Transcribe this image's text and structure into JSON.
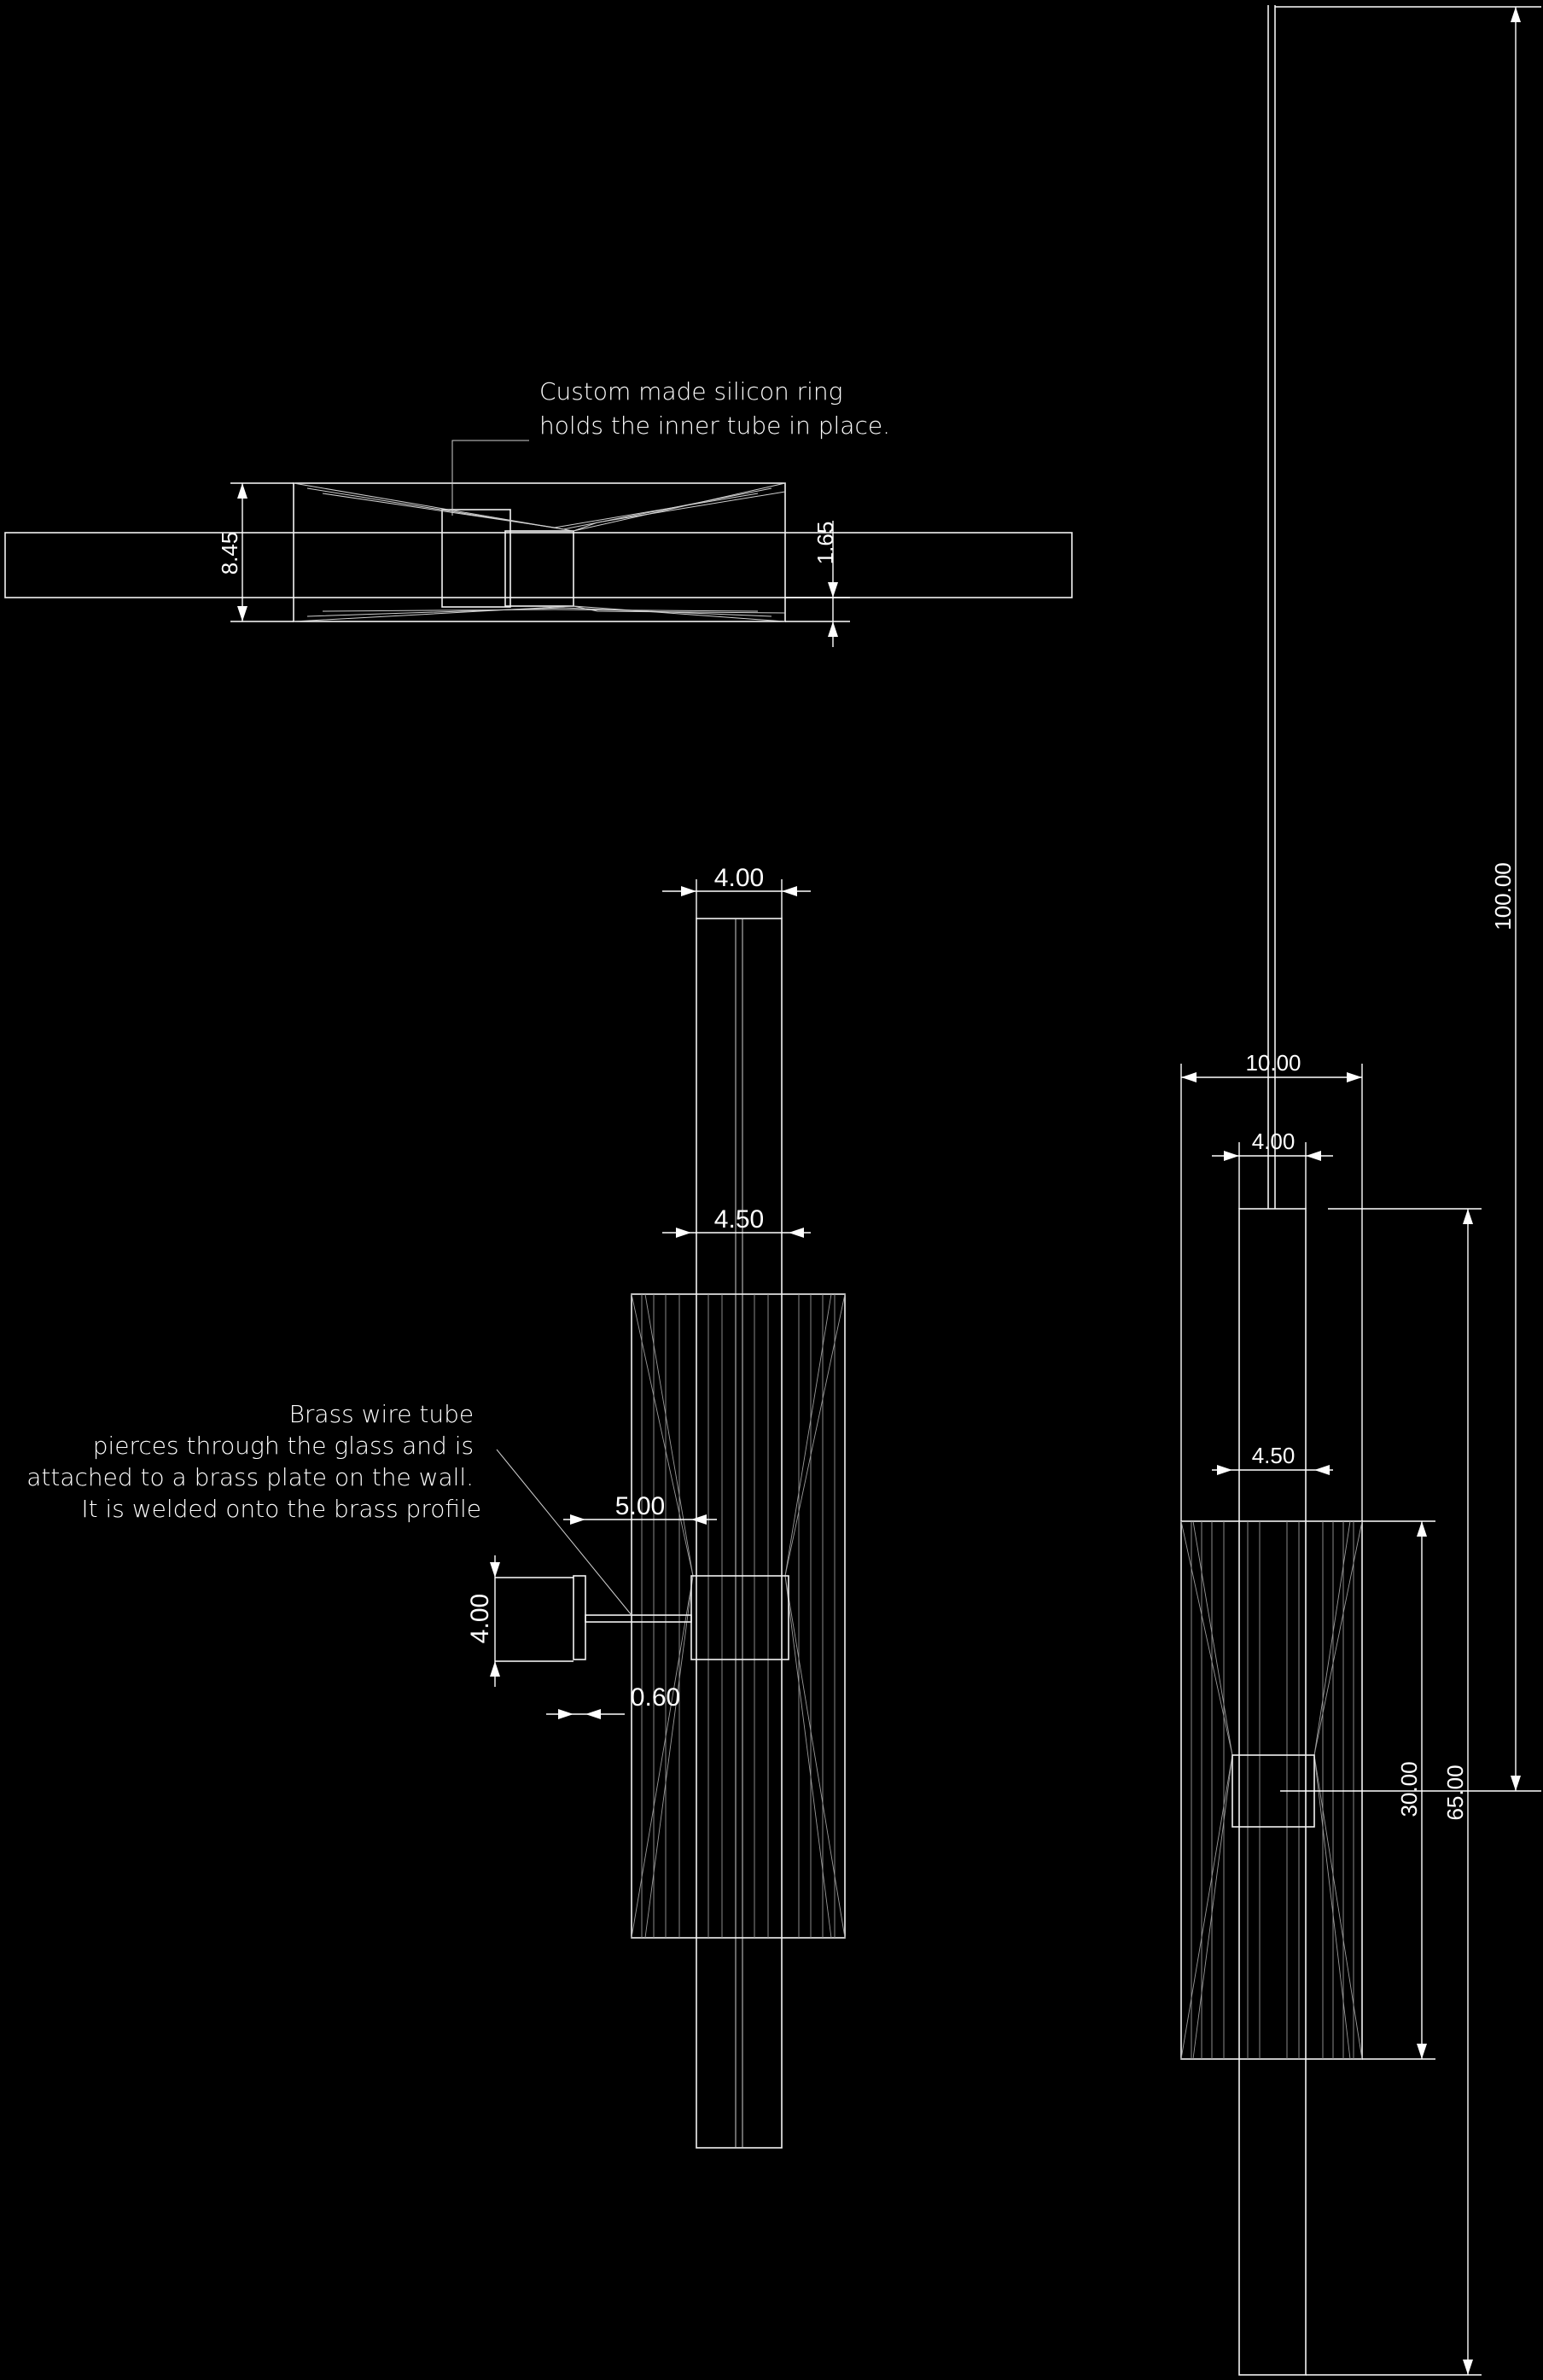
{
  "notes": {
    "silicon_ring": [
      "Custom made silicon ring",
      "holds the inner tube in place."
    ],
    "brass_tube": [
      "Brass wire tube",
      "pierces through the glass and is",
      "attached to a brass plate on the wall.",
      "It is welded onto the brass profile"
    ]
  },
  "dimensions": {
    "top_height": "8.45",
    "top_offset": "1.65",
    "mid_tube_width": "4.00",
    "mid_inner_width": "4.50",
    "mid_wire_length": "5.00",
    "mid_plate_height": "4.00",
    "mid_plate_thickness": "0.60",
    "right_outer_width": "10.00",
    "right_tube_width": "4.00",
    "right_inner_width": "4.50",
    "right_total_height": "100.00",
    "right_inner_height": "30.00",
    "right_glass_height": "65.00"
  }
}
